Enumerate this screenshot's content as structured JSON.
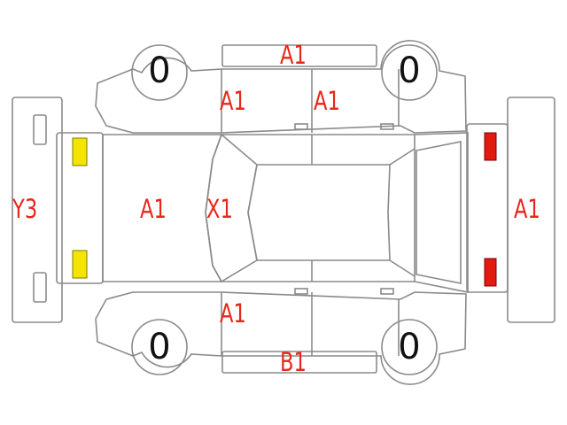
{
  "labels": {
    "hood": "A1",
    "front_bumper": "Y3",
    "windshield": "X1",
    "top_strip": "A1",
    "front_door_top": "A1",
    "rear_door_top": "A1",
    "front_door_bottom": "A1",
    "bottom_strip": "B1",
    "rear_bumper": "A1"
  },
  "tires": {
    "front_top": "0",
    "rear_top": "0",
    "front_bottom": "0",
    "rear_bottom": "0"
  },
  "colors": {
    "outline": "#888888",
    "label": "#e8271c",
    "front_lamp": "#f5e400",
    "rear_lamp": "#e21b10"
  }
}
